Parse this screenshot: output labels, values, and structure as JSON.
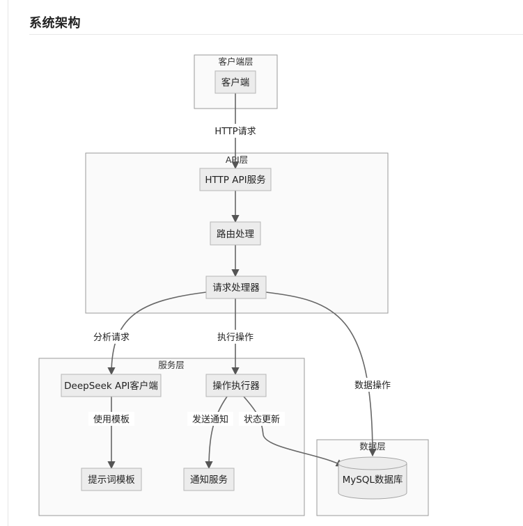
{
  "page_title": "系统架构",
  "diagram": {
    "clusters": {
      "client": "客户端层",
      "api": "API层",
      "service": "服务层",
      "data": "数据层"
    },
    "nodes": {
      "client": "客户端",
      "http_api": "HTTP API服务",
      "router": "路由处理",
      "handler": "请求处理器",
      "deepseek": "DeepSeek API客户端",
      "executor": "操作执行器",
      "prompt": "提示词模板",
      "notify": "通知服务",
      "mysql": "MySQL数据库"
    },
    "edges": {
      "http_request": "HTTP请求",
      "analyze": "分析请求",
      "execute": "执行操作",
      "data_op": "数据操作",
      "use_template": "使用模板",
      "send_notify": "发送通知",
      "status_update": "状态更新"
    }
  }
}
